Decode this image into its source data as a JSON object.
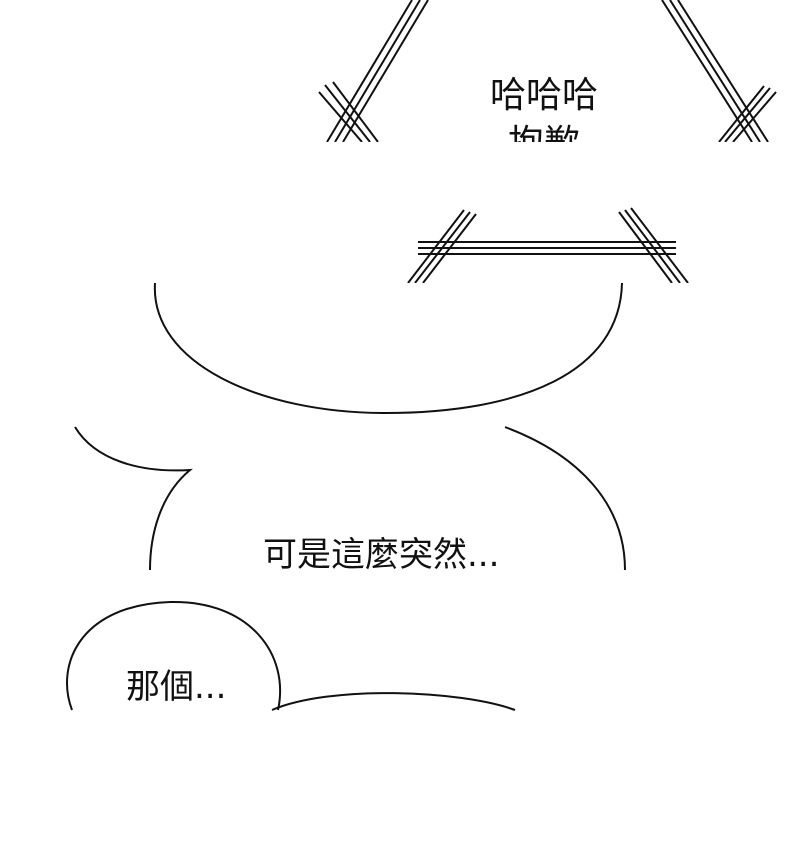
{
  "panels": [
    {
      "lines": [
        "哈哈哈",
        "抱歉"
      ]
    },
    {
      "lines": []
    },
    {
      "lines": []
    },
    {
      "lines": [
        "可是這麼突然..."
      ]
    },
    {
      "lines": [
        "那個..."
      ]
    }
  ],
  "colors": {
    "ink": "#111111",
    "paper": "#ffffff"
  }
}
